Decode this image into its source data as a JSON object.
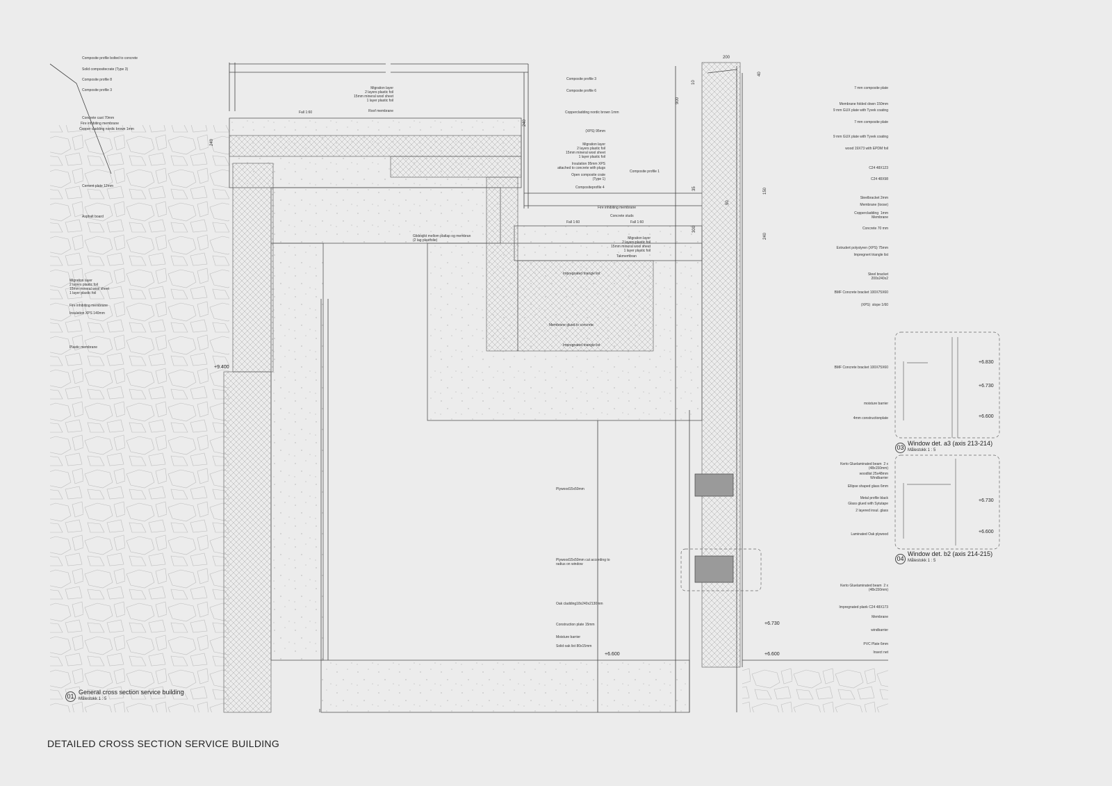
{
  "title": "DETAILED CROSS SECTION SERVICE BUILDING",
  "details": [
    {
      "number": "01",
      "name": "General cross section service building",
      "scale": "Målestokk   1 : 5"
    },
    {
      "number": "03",
      "name": "Window det. a3 (axis 213-214)",
      "scale": "Målestokk   1 : 5"
    },
    {
      "number": "04",
      "name": "Window det. b2 (axis 214-215)",
      "scale": "Målestokk   1 : 5"
    }
  ],
  "labels": [
    "Composite profile bolted to concrete",
    "Solid compositecrate (Type 3)",
    "Composite profile 8",
    "Composite profile 3",
    "Concrete cast 70mm",
    "Fire inhibiting membrane",
    "Copper cladding nordic brown 1mm",
    "Cement plate 12mm",
    "Asphalt board",
    "Migration layer\n2 layers plastic foil\n15mm mineral wool sheet\n1 layer plastic foil",
    "Fire inhibiting membrane",
    "Insulation XPS 140mm",
    "Plastic membrane",
    "Migration layer\n2 layers plastic foil\n15mm mineral wool sheet\n1 layer plastic foil",
    "Roof membrane",
    "Fall 1:60",
    "Composite profile 3",
    "Composite profile 6",
    "Coppercladding nordic brown 1mm",
    "(XPS) 95mm",
    "Migration layer\n2 layers plastic foil\n15mm mineral wool sheet\n1 layer plastic foil",
    "Insulation 95mm XPS\nattached to concrete with plugs",
    "Open composite crate\n(Type 1)",
    "Compositeprofile 4",
    "Composite profile 1",
    "Fire inhibiting membrane",
    "Concrete studs",
    "Fall 1:60",
    "Fall 1:60",
    "Glidesjikt mellom platlap og membran\n(2 lag plastfolie)",
    "Migration layer\n2 layers plastic foil\n15mm mineral wool sheet\n1 layer plastic foil",
    "Takmembran",
    "Impregnated triangle list",
    "Membrane glued to concrete",
    "Impregnated triangle list",
    "7 mm composite plate",
    "Membrane folded down 150mm",
    "9 mm GUX plate with Tyvek coating",
    "7 mm composite plate",
    "9 mm GUX plate with Tyvek coating",
    "wood 19X73 with EPDM foil",
    "C24 48X123",
    "C24 48X98",
    "Steelbracket 2mm",
    "Membrane (loose)",
    "Coppercladding  1mm\nMembrane",
    "Concrete 70 mm",
    "Extrudert polystyren (XPS) 75mm",
    "Impregnert triangle list",
    "Steel bracket\n200x240x2",
    "BMF Concrete bracket 100X75X60",
    "(XPS)  slope 1/60",
    "BMF Concrete bracket 100X75X60",
    "moisture barrier",
    "4mm constructionplate",
    "Kerto Gluelaminated beam  2 x\n(48x150mm)",
    "woodlist 25x48mm\nWindbarrier",
    "Ellipse shaped glass 6mm",
    "Metal profile black",
    "Glass glued with Sytutape",
    "2 layered insul. glass",
    "Laminated Oak plywood",
    "Kerto Gluelaminated beam  2 x\n(48x150mm)",
    "Impregnated plank C24 48X173",
    "Membrane",
    "windbarrier",
    "PVC Plate 6mm",
    "Insect net",
    "Plywood15x50mm",
    "Plywood15x50mm cut according to\nradius on window",
    "Oak cladding18x240x2130mm",
    "Construction plate 15mm",
    "Moisture barrier",
    "Solid oak list 80x15mm"
  ],
  "dimensions": [
    "200",
    "900",
    "10",
    "40",
    "240",
    "240",
    "35",
    "150",
    "50",
    "300",
    "240"
  ],
  "levels": [
    "+9.400",
    "+6.600",
    "+6.730",
    "+6.600",
    "+6.830",
    "+6.730",
    "+6.600",
    "+6.730",
    "+6.600"
  ]
}
